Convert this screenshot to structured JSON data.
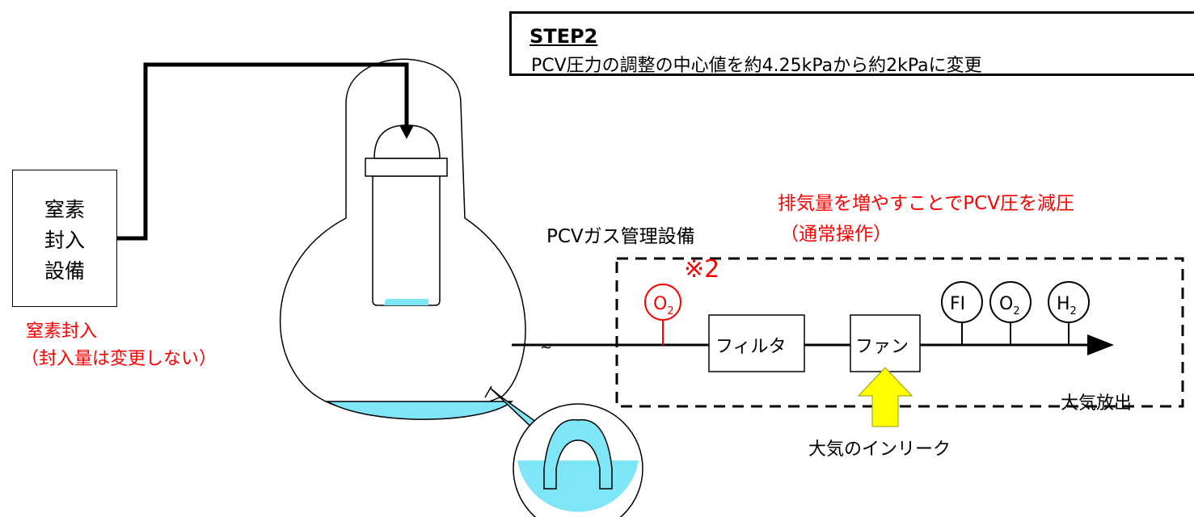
{
  "step": {
    "title": "STEP2",
    "description": "PCV圧力の調整の中心値を約4.25kPaから約2kPaに変更"
  },
  "nitrogen_unit": {
    "line1": "窒素",
    "line2": "封入",
    "line3": "設備"
  },
  "nitrogen_note": {
    "line1": "窒素封入",
    "line2": "（封入量は変更しない）"
  },
  "pcv_gas_label": "PCVガス管理設備",
  "exhaust_note": {
    "line1": "排気量を増やすことでPCV圧を減圧",
    "line2": "（通常操作）"
  },
  "note_mark": "※2",
  "components": {
    "filter": "フィルタ",
    "fan": "ファン"
  },
  "instruments": {
    "o2_red": {
      "main": "O",
      "sub": "2"
    },
    "fi": {
      "main": "FI"
    },
    "o2": {
      "main": "O",
      "sub": "2"
    },
    "h2": {
      "main": "H",
      "sub": "2"
    }
  },
  "release_label": "大気放出",
  "inleak_label": "大気のインリーク",
  "colors": {
    "water": "#7fe6f8",
    "arrow_yellow": "#ffff00",
    "alert_red": "#ff0000"
  }
}
